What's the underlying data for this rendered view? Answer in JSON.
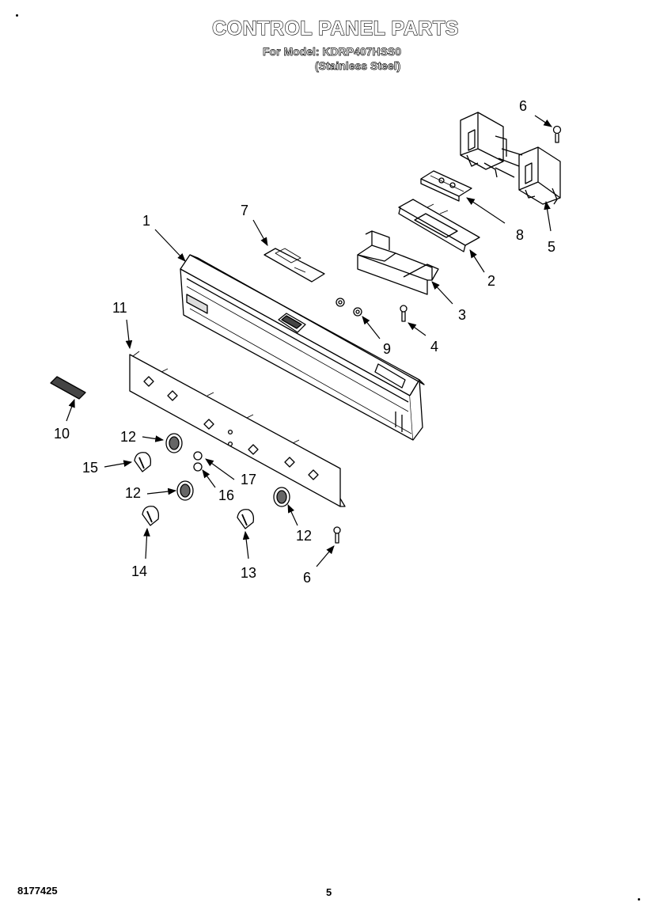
{
  "header": {
    "title": "CONTROL PANEL PARTS",
    "model_line": "For Model: KDRP407HSS0",
    "finish_line": "(Stainless Steel)"
  },
  "footer": {
    "document_number": "8177425",
    "page_number": "5"
  },
  "callouts": {
    "c1": "1",
    "c2": "2",
    "c3": "3",
    "c4": "4",
    "c5": "5",
    "c6a": "6",
    "c6b": "6",
    "c7": "7",
    "c8": "8",
    "c9": "9",
    "c10": "10",
    "c11": "11",
    "c12a": "12",
    "c12b": "12",
    "c12c": "12",
    "c13": "13",
    "c14": "14",
    "c15": "15",
    "c16": "16",
    "c17": "17"
  }
}
